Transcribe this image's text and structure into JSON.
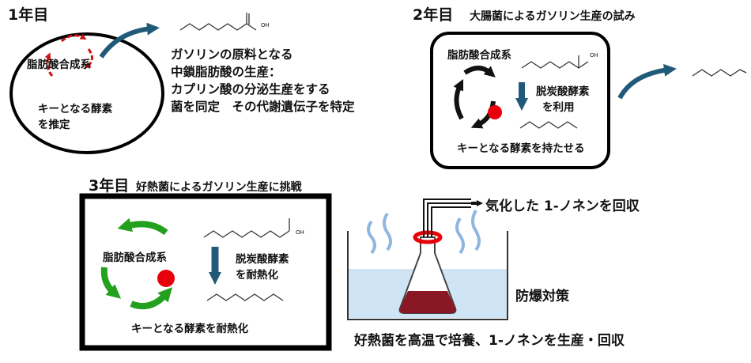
{
  "year1": {
    "heading": "1年目",
    "cycle_label": "脂肪酸合成系",
    "enzyme_label": [
      "キーとなる酵素",
      "を推定"
    ],
    "body_lines": [
      "ガソリンの原料となる",
      "中鎖脂肪酸の生産：",
      "カプリン酸の分泌生産をする",
      "菌を同定　その代謝遺伝子を特定"
    ],
    "oh_label": "OH"
  },
  "year2": {
    "heading": "2年目",
    "subtitle": "大腸菌によるガソリン生産の試み",
    "cycle_label": "脂肪酸合成系",
    "enzyme_label": [
      "脱炭酸酵素",
      "を利用"
    ],
    "bottom_label": "キーとなる酵素を持たせる",
    "oh_label": "OH"
  },
  "year3": {
    "heading": "3年目",
    "subtitle": "好熱菌によるガソリン生産に挑戦",
    "cycle_label": "脂肪酸合成系",
    "enzyme_label": [
      "脱炭酸酵素",
      "を耐熱化"
    ],
    "bottom_label": "キーとなる酵素を耐熱化",
    "oh_label": "OH"
  },
  "apparatus": {
    "collect_label": "気化した 1-ノネンを回収",
    "safety_label": "防爆対策",
    "caption": "好熱菌を高温で培養、1-ノネンを生産・回収"
  },
  "colors": {
    "red_arrows": "#cc1111",
    "navy_arrow": "#215a78",
    "green_arrows": "#22a01e",
    "red_dot": "#e8000a",
    "water": "#cfe5f5",
    "liquid": "#8a1724"
  }
}
